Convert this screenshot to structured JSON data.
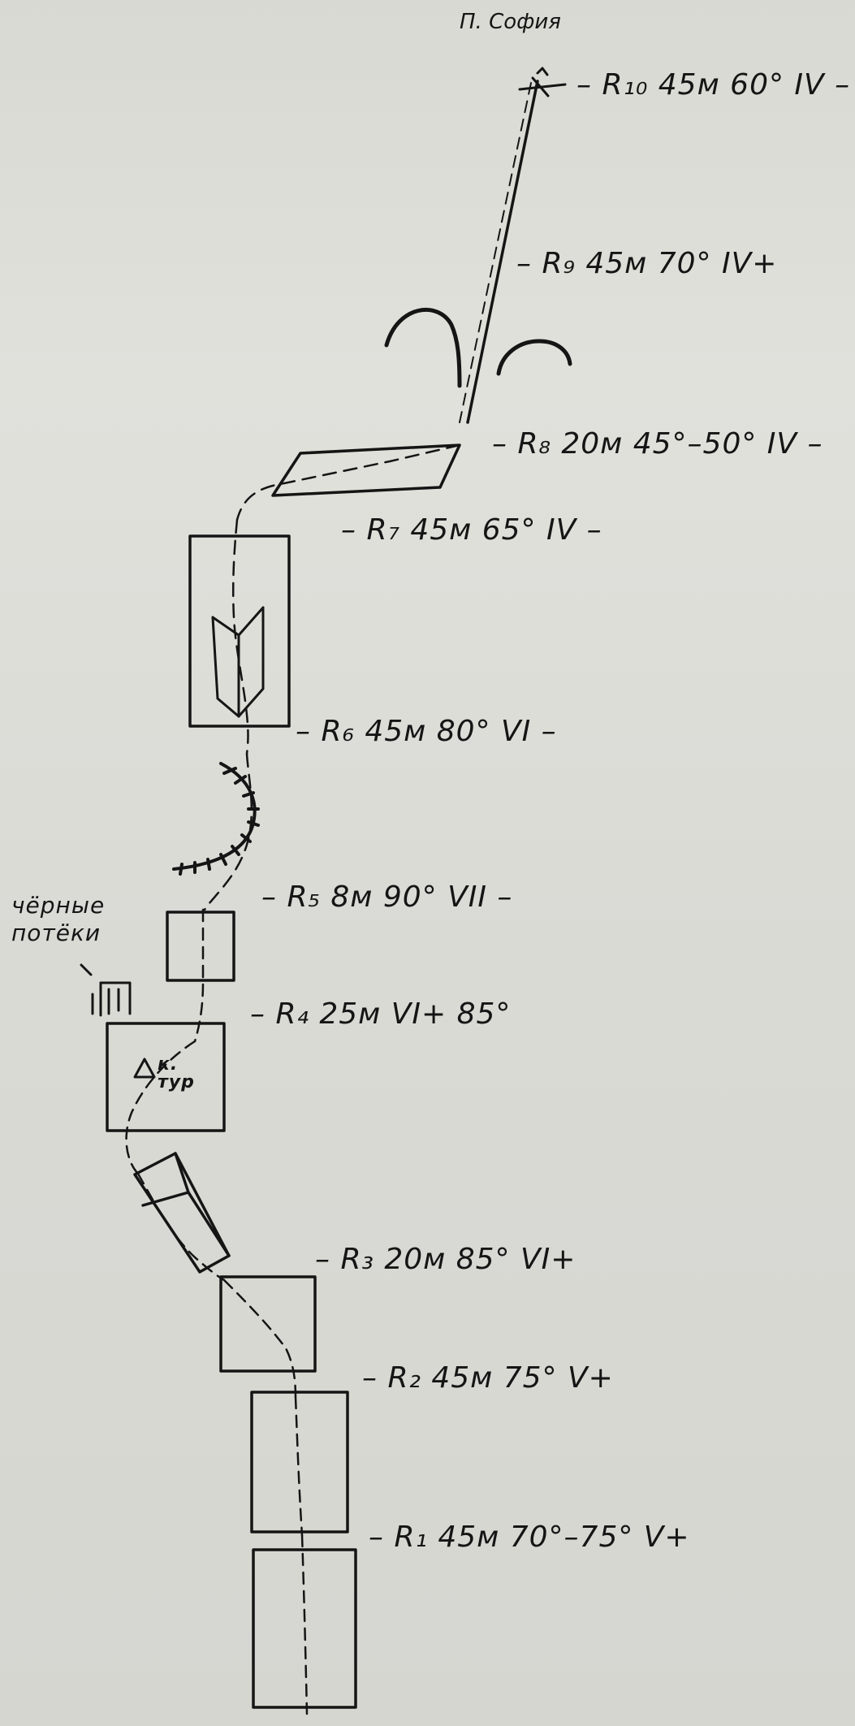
{
  "summit": {
    "label": "П. София"
  },
  "pitches": [
    {
      "id": "R10",
      "text": "– R₁₀ 45м 60° IV –"
    },
    {
      "id": "R9",
      "text": "– R₉ 45м 70° IV+"
    },
    {
      "id": "R8",
      "text": "– R₈ 20м 45°–50° IV –"
    },
    {
      "id": "R7",
      "text": "– R₇ 45м 65° IV –"
    },
    {
      "id": "R6",
      "text": "– R₆ 45м 80° VI –"
    },
    {
      "id": "R5",
      "text": "– R₅ 8м 90° VII –"
    },
    {
      "id": "R4",
      "text": "– R₄ 25м VI+ 85°"
    },
    {
      "id": "R3",
      "text": "– R₃ 20м 85° VI+"
    },
    {
      "id": "R2",
      "text": "– R₂ 45м 75° V+"
    },
    {
      "id": "R1",
      "text": "– R₁ 45м 70°–75° V+"
    }
  ],
  "notes": {
    "black_streaks": "чёрные\nпотёки",
    "cairn": "к.\nтур"
  },
  "icons": [
    "summit-flag-icon",
    "cairn-triangle-icon",
    "overhang-cornice-icon",
    "ridge-arch-icon",
    "inner-corner-icon"
  ],
  "colors": {
    "ink": "#151515",
    "paper": "#dcdcd7"
  }
}
